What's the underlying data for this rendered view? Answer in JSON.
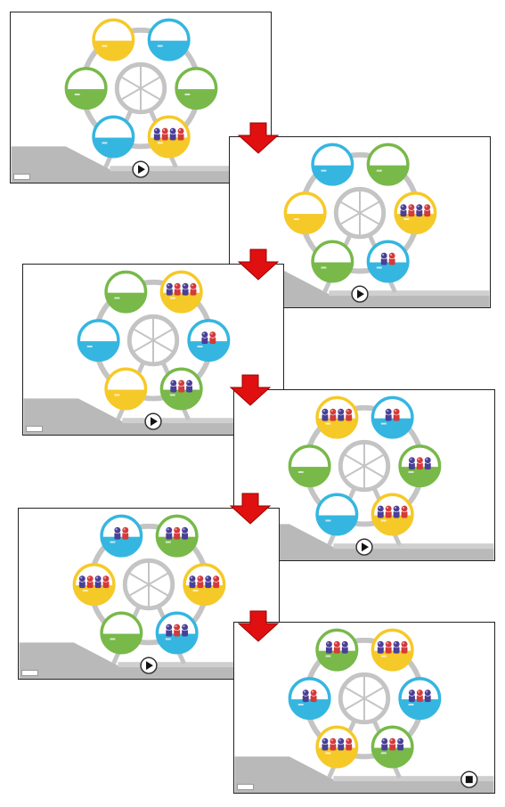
{
  "colors": {
    "yellow": "#f5c928",
    "yellow_light": "#fbe79a",
    "blue": "#35b6e0",
    "blue_light": "#a8def2",
    "green": "#78b94a",
    "green_light": "#c6e3b1",
    "wheel": "#c4c4c4",
    "ground": "#b9b9b9",
    "arrow": "#e01010",
    "person_purple": "#4a3f96",
    "person_red": "#d43a3a"
  },
  "logo_label": "",
  "panels": [
    {
      "id": 1,
      "control": "play",
      "cabins": [
        {
          "pos": "top-left",
          "color": "yellow",
          "people": []
        },
        {
          "pos": "top-right",
          "color": "blue",
          "people": []
        },
        {
          "pos": "mid-left",
          "color": "green",
          "people": []
        },
        {
          "pos": "mid-right",
          "color": "green",
          "people": []
        },
        {
          "pos": "bottom-left",
          "color": "blue",
          "people": []
        },
        {
          "pos": "bottom-right",
          "color": "yellow",
          "people": [
            "purple",
            "red",
            "purple",
            "red"
          ]
        }
      ]
    },
    {
      "id": 2,
      "control": "play",
      "cabins": [
        {
          "pos": "top-left",
          "color": "blue",
          "people": []
        },
        {
          "pos": "top-right",
          "color": "green",
          "people": []
        },
        {
          "pos": "mid-left",
          "color": "yellow",
          "people": []
        },
        {
          "pos": "mid-right",
          "color": "yellow",
          "people": [
            "purple",
            "red",
            "purple",
            "red"
          ]
        },
        {
          "pos": "bottom-left",
          "color": "green",
          "people": []
        },
        {
          "pos": "bottom-right",
          "color": "blue",
          "people": [
            "purple",
            "red"
          ]
        }
      ]
    },
    {
      "id": 3,
      "control": "play",
      "cabins": [
        {
          "pos": "top-left",
          "color": "green",
          "people": []
        },
        {
          "pos": "top-right",
          "color": "yellow",
          "people": [
            "purple",
            "red",
            "purple",
            "red"
          ]
        },
        {
          "pos": "mid-left",
          "color": "blue",
          "people": []
        },
        {
          "pos": "mid-right",
          "color": "blue",
          "people": [
            "purple",
            "red"
          ]
        },
        {
          "pos": "bottom-left",
          "color": "yellow",
          "people": []
        },
        {
          "pos": "bottom-right",
          "color": "green",
          "people": [
            "purple",
            "red",
            "purple"
          ]
        }
      ]
    },
    {
      "id": 4,
      "control": "play",
      "cabins": [
        {
          "pos": "top-left",
          "color": "yellow",
          "people": [
            "purple",
            "red",
            "purple",
            "red"
          ]
        },
        {
          "pos": "top-right",
          "color": "blue",
          "people": [
            "purple",
            "red"
          ]
        },
        {
          "pos": "mid-left",
          "color": "green",
          "people": []
        },
        {
          "pos": "mid-right",
          "color": "green",
          "people": [
            "purple",
            "red",
            "purple"
          ]
        },
        {
          "pos": "bottom-left",
          "color": "blue",
          "people": []
        },
        {
          "pos": "bottom-right",
          "color": "yellow",
          "people": [
            "purple",
            "red",
            "purple",
            "red"
          ]
        }
      ]
    },
    {
      "id": 5,
      "control": "play",
      "cabins": [
        {
          "pos": "top-left",
          "color": "blue",
          "people": [
            "purple",
            "red"
          ]
        },
        {
          "pos": "top-right",
          "color": "green",
          "people": [
            "purple",
            "red",
            "purple"
          ]
        },
        {
          "pos": "mid-left",
          "color": "yellow",
          "people": [
            "purple",
            "red",
            "purple",
            "red"
          ]
        },
        {
          "pos": "mid-right",
          "color": "yellow",
          "people": [
            "purple",
            "red",
            "purple",
            "red"
          ]
        },
        {
          "pos": "bottom-left",
          "color": "green",
          "people": []
        },
        {
          "pos": "bottom-right",
          "color": "blue",
          "people": [
            "purple",
            "red",
            "purple"
          ]
        }
      ]
    },
    {
      "id": 6,
      "control": "stop",
      "cabins": [
        {
          "pos": "top-left",
          "color": "green",
          "people": [
            "purple",
            "red",
            "purple"
          ]
        },
        {
          "pos": "top-right",
          "color": "yellow",
          "people": [
            "purple",
            "red",
            "purple",
            "red"
          ]
        },
        {
          "pos": "mid-left",
          "color": "blue",
          "people": [
            "purple",
            "red"
          ]
        },
        {
          "pos": "mid-right",
          "color": "blue",
          "people": [
            "purple",
            "red",
            "purple"
          ]
        },
        {
          "pos": "bottom-left",
          "color": "yellow",
          "people": [
            "purple",
            "red",
            "purple",
            "red"
          ]
        },
        {
          "pos": "bottom-right",
          "color": "green",
          "people": [
            "purple",
            "red",
            "purple"
          ]
        }
      ]
    }
  ],
  "arrows_between_panels": 5
}
